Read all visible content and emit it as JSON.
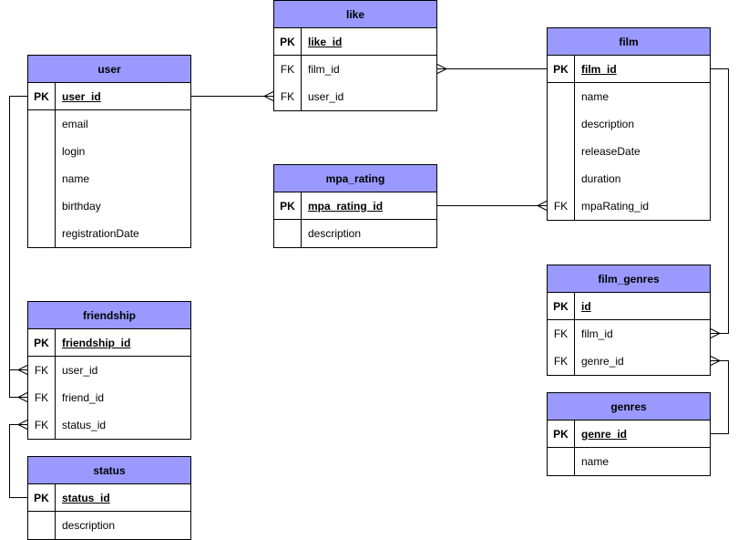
{
  "entities": {
    "user": {
      "title": "user",
      "fields": [
        {
          "key": "PK",
          "name": "user_id"
        },
        {
          "key": "",
          "name": "email"
        },
        {
          "key": "",
          "name": "login"
        },
        {
          "key": "",
          "name": "name"
        },
        {
          "key": "",
          "name": "birthday"
        },
        {
          "key": "",
          "name": "registrationDate"
        }
      ]
    },
    "like": {
      "title": "like",
      "fields": [
        {
          "key": "PK",
          "name": "like_id"
        },
        {
          "key": "FK",
          "name": "film_id"
        },
        {
          "key": "FK",
          "name": "user_id"
        }
      ]
    },
    "film": {
      "title": "film",
      "fields": [
        {
          "key": "PK",
          "name": "film_id"
        },
        {
          "key": "",
          "name": "name"
        },
        {
          "key": "",
          "name": "description"
        },
        {
          "key": "",
          "name": "releaseDate"
        },
        {
          "key": "",
          "name": "duration"
        },
        {
          "key": "FK",
          "name": "mpaRating_id"
        }
      ]
    },
    "mpa_rating": {
      "title": "mpa_rating",
      "fields": [
        {
          "key": "PK",
          "name": "mpa_rating_id"
        },
        {
          "key": "",
          "name": "description"
        }
      ]
    },
    "friendship": {
      "title": "friendship",
      "fields": [
        {
          "key": "PK",
          "name": "friendship_id"
        },
        {
          "key": "FK",
          "name": "user_id"
        },
        {
          "key": "FK",
          "name": "friend_id"
        },
        {
          "key": "FK",
          "name": "status_id"
        }
      ]
    },
    "status": {
      "title": "status",
      "fields": [
        {
          "key": "PK",
          "name": "status_id"
        },
        {
          "key": "",
          "name": "description"
        }
      ]
    },
    "film_genres": {
      "title": "film_genres",
      "fields": [
        {
          "key": "PK",
          "name": "id"
        },
        {
          "key": "FK",
          "name": "film_id"
        },
        {
          "key": "FK",
          "name": "genre_id"
        }
      ]
    },
    "genres": {
      "title": "genres",
      "fields": [
        {
          "key": "PK",
          "name": "genre_id"
        },
        {
          "key": "",
          "name": "name"
        }
      ]
    }
  },
  "colors": {
    "header_fill": "#9999ff",
    "border": "#000000",
    "line": "#000000"
  }
}
